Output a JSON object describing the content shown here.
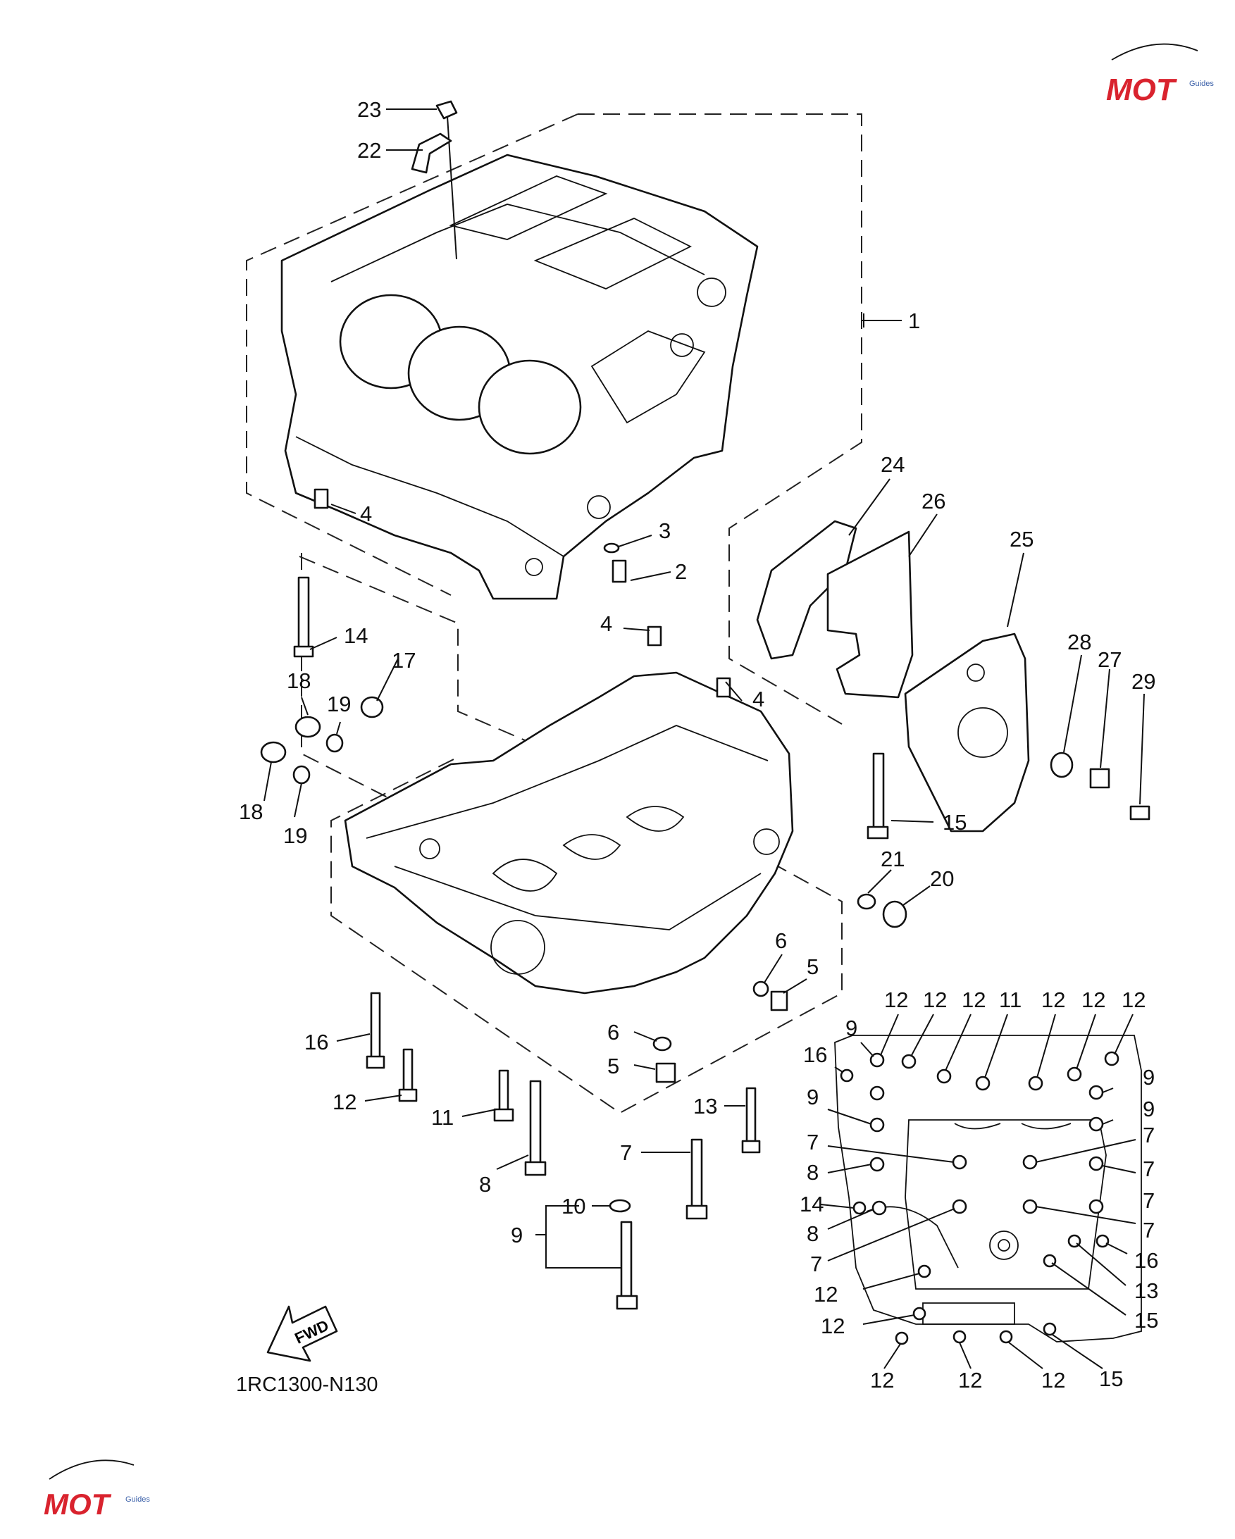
{
  "diagram": {
    "code": "1RC1300-N130",
    "fwd": "FWD",
    "watermark": {
      "text": "MOT",
      "suffix": "Guides"
    },
    "callouts": {
      "c1": "1",
      "c2": "2",
      "c3": "3",
      "c4a": "4",
      "c4b": "4",
      "c4c": "4",
      "c5a": "5",
      "c5b": "5",
      "c6a": "6",
      "c6b": "6",
      "c7a": "7",
      "c8a": "8",
      "c9a": "9",
      "c10": "10",
      "c11a": "11",
      "c12a": "12",
      "c12b": "12",
      "c13a": "13",
      "c14a": "14",
      "c15a": "15",
      "c16a": "16",
      "c17": "17",
      "c18a": "18",
      "c18b": "18",
      "c19a": "19",
      "c19b": "19",
      "c20": "20",
      "c21": "21",
      "c22": "22",
      "c23": "23",
      "c24": "24",
      "c25": "25",
      "c26": "26",
      "c27": "27",
      "c28": "28",
      "c29": "29"
    },
    "inset": {
      "top": [
        "9",
        "12",
        "12",
        "12",
        "11",
        "12",
        "12",
        "12"
      ],
      "r9a": "9",
      "r9b": "9",
      "l16": "16",
      "l9": "9",
      "l7": "7",
      "r7a": "7",
      "r7b": "7",
      "l8a": "8",
      "r7c": "7",
      "l14": "14",
      "r7d": "7",
      "l8b": "8",
      "l7b": "7",
      "r16": "16",
      "l12a": "12",
      "r13": "13",
      "r15a": "15",
      "l12b": "12",
      "b12a": "12",
      "b12b": "12",
      "b12c": "12",
      "b15": "15"
    }
  }
}
